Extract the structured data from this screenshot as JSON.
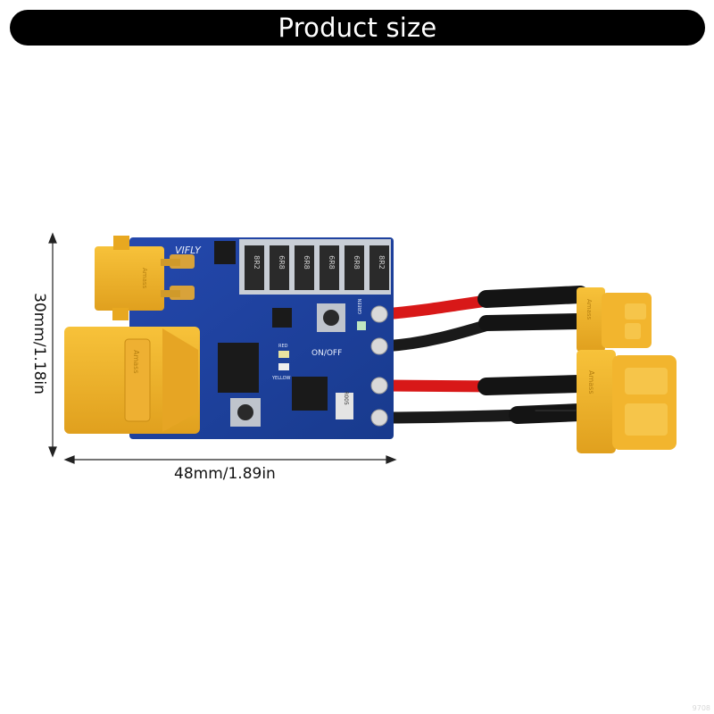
{
  "banner": {
    "title": "Product size"
  },
  "dimensions": {
    "width": "48mm/1.89in",
    "height": "30mm/1.18in"
  },
  "board": {
    "brand": "VIFLY",
    "on_off": "ON/OFF",
    "led_red": "RED",
    "led_yellow": "YELLOW",
    "led_green": "GREEN",
    "inductor_labels": [
      "8R2",
      "6R8",
      "6R8",
      "6R8",
      "6R8",
      "8R2"
    ],
    "resistor_label": "R005"
  },
  "connector_labels": {
    "xt60": "Amass",
    "xt30": "Amass"
  },
  "colors": {
    "pcb": "#1e3f9a",
    "connector": "#f0b429",
    "wire_red": "#d81818",
    "wire_black": "#1a1a1a"
  },
  "watermark": "9708"
}
